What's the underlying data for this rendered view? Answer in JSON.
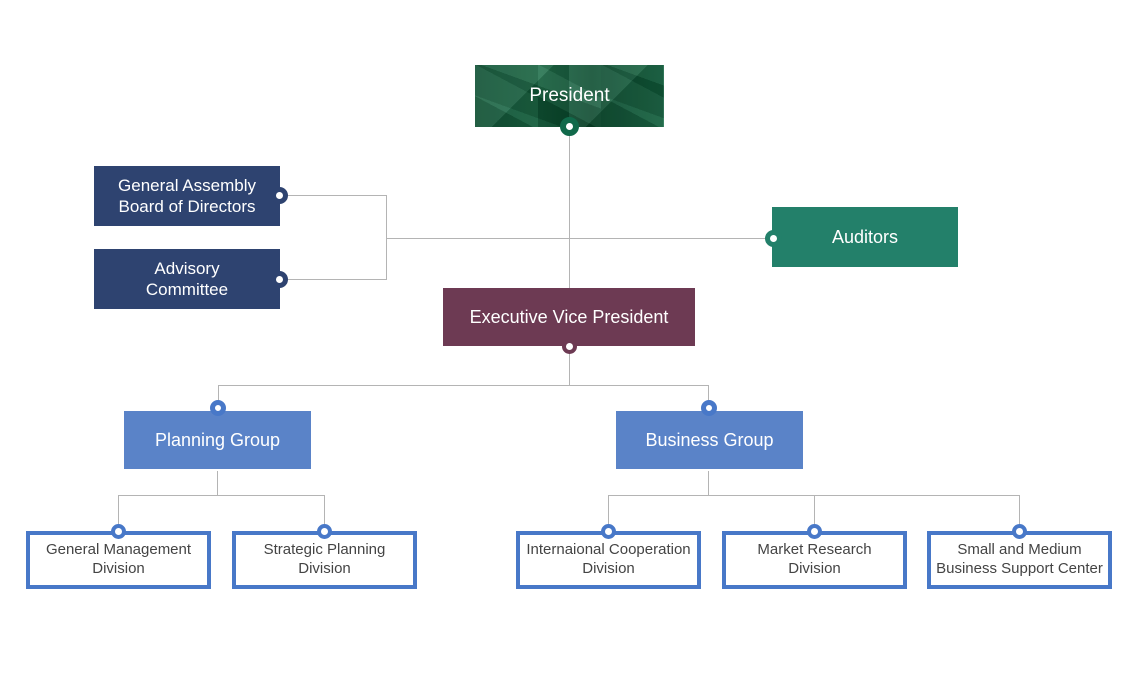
{
  "chart": {
    "title": "Organization Chart",
    "type": "org-chart",
    "colors": {
      "president": "#0d5c3b",
      "navy": "#2e4370",
      "auditors": "#23806a",
      "executive": "#6d3a53",
      "group": "#5a83c8",
      "division_border": "#4878c8",
      "division_text": "#444444",
      "connector": "#b4b4b4",
      "background": "#ffffff"
    }
  },
  "nodes": {
    "president": "President",
    "general_assembly": "General Assembly\nBoard of Directors",
    "advisory_committee": "Advisory\nCommittee",
    "auditors": "Auditors",
    "executive_vice_president": "Executive Vice President",
    "planning_group": "Planning Group",
    "business_group": "Business Group",
    "general_management": "General Management\nDivision",
    "strategic_planning": "Strategic Planning\nDivision",
    "international_cooperation": "Internaional Cooperation\nDivision",
    "market_research": "Market Research\nDivision",
    "small_medium_support": "Small and Medium\nBusiness Support Center"
  }
}
